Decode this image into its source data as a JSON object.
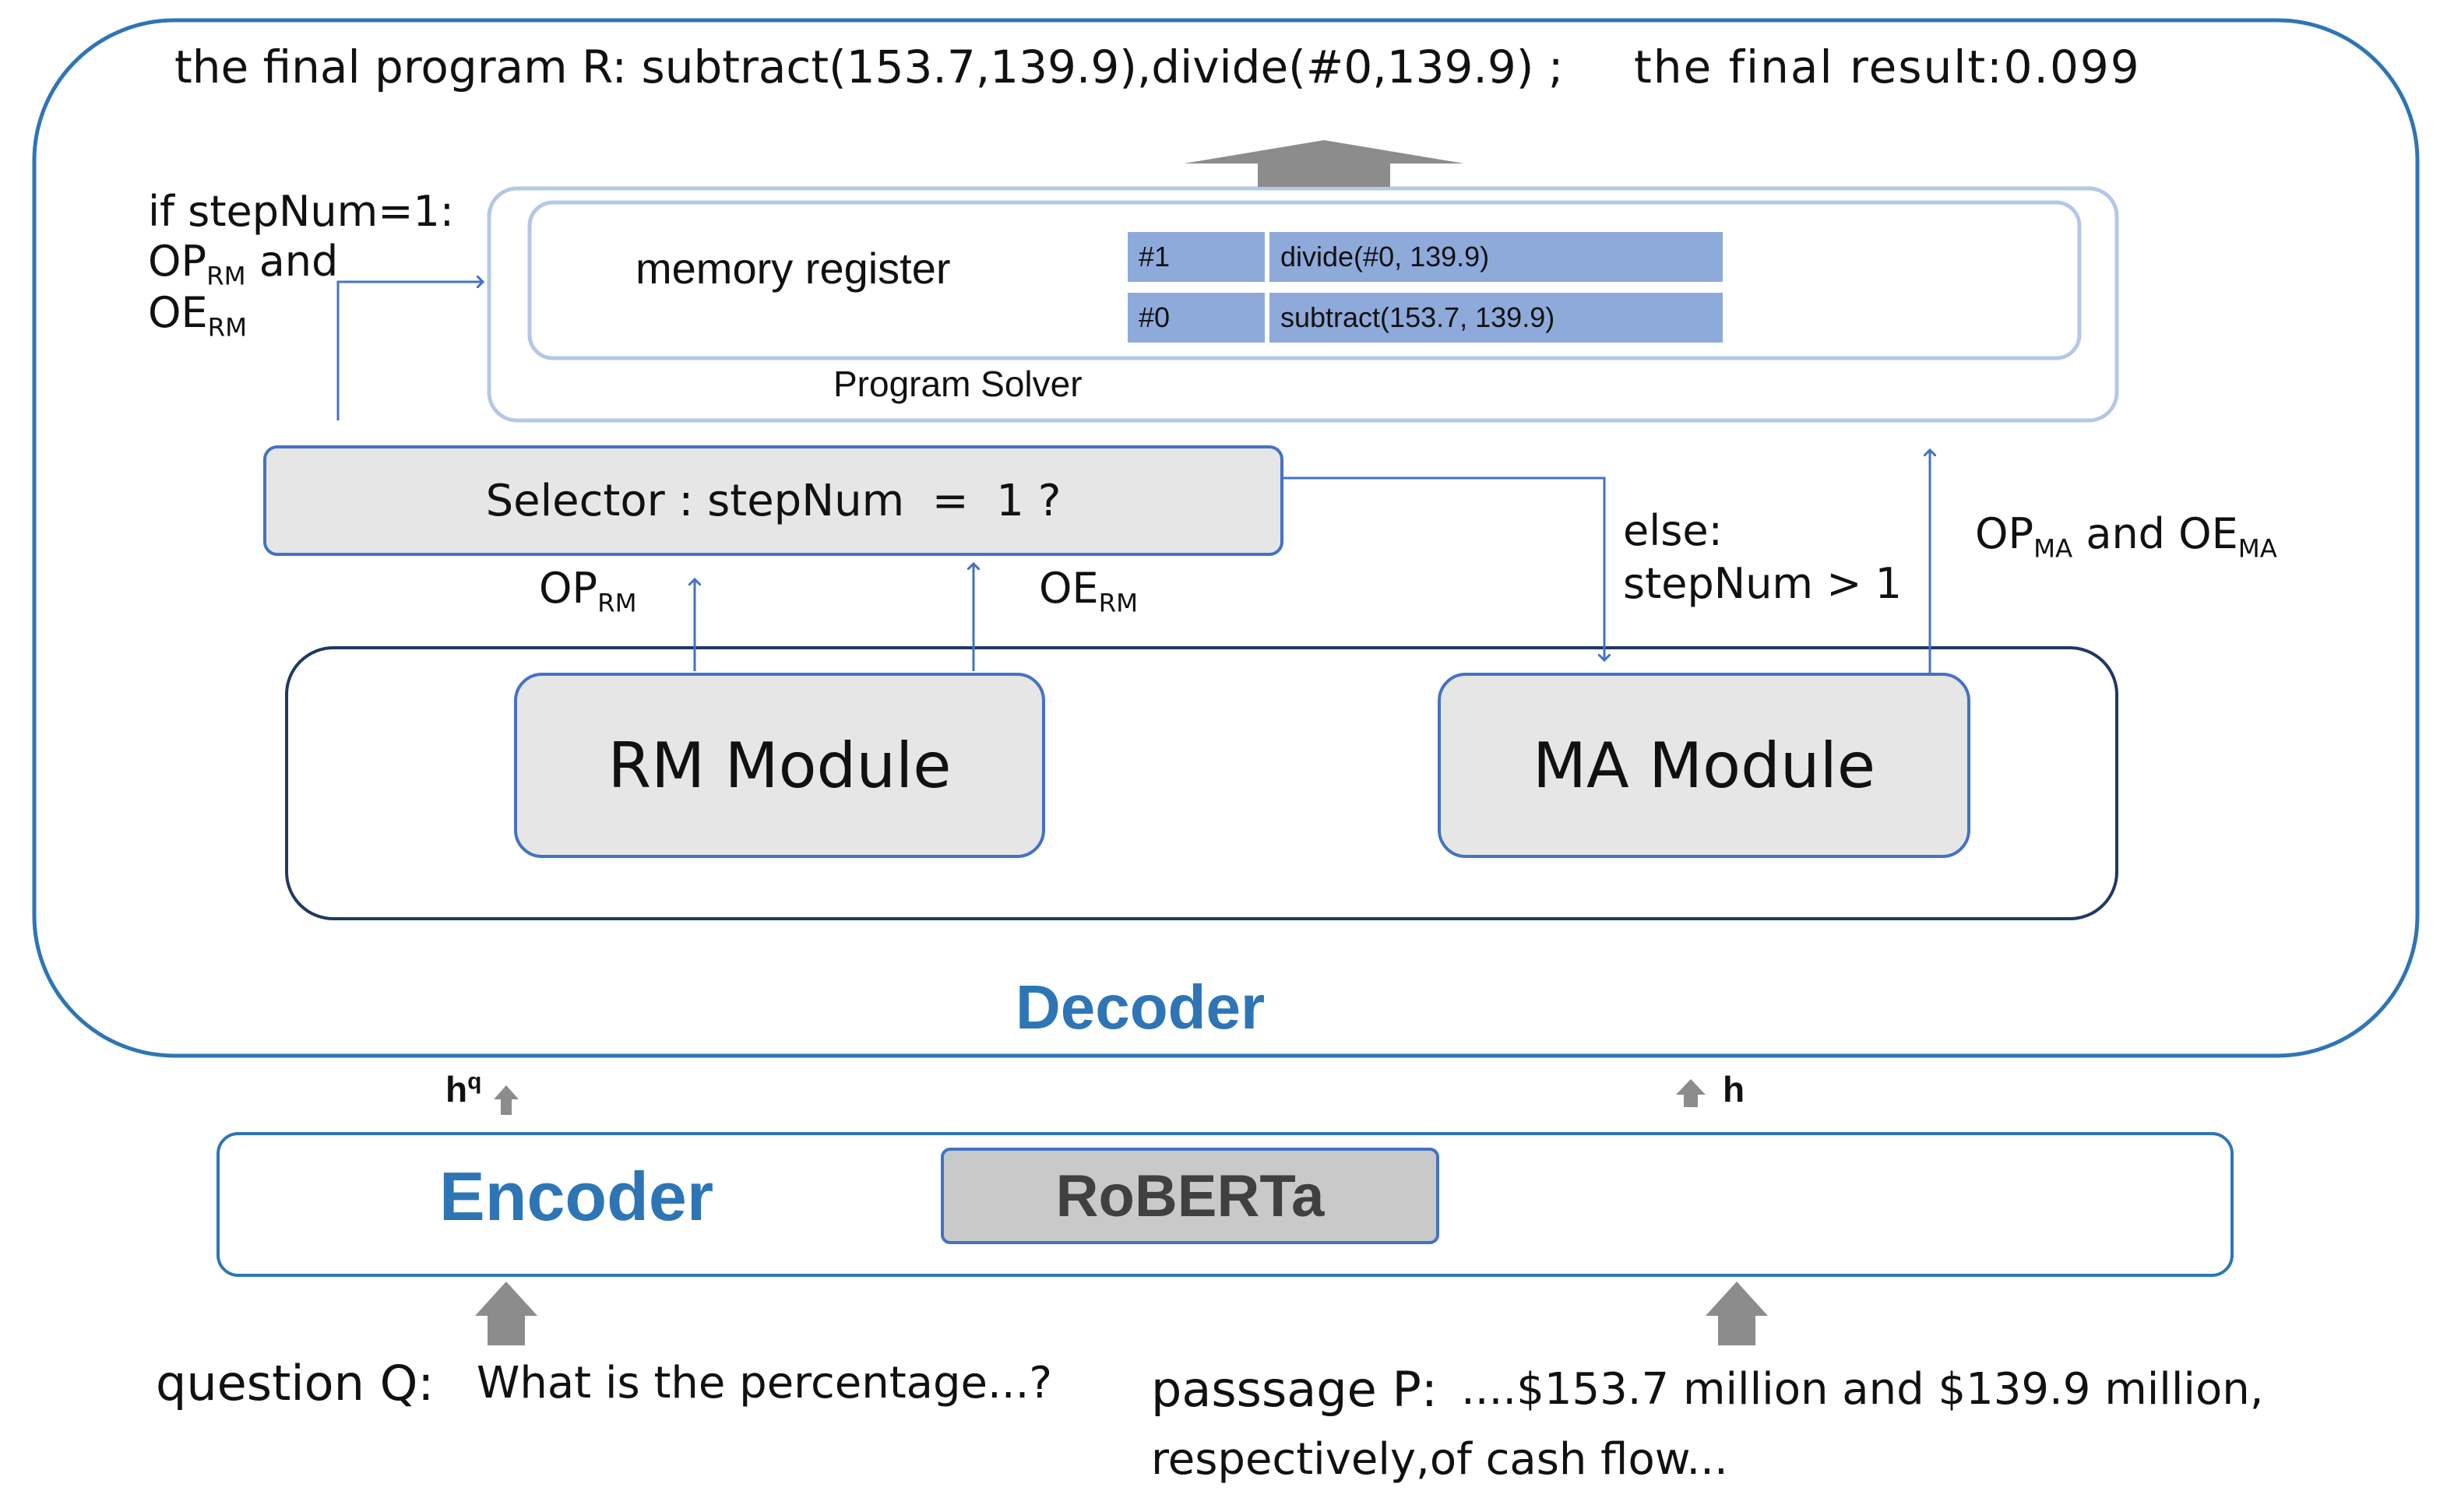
{
  "header": {
    "program_text": "the final program R:  subtract(153.7,139.9),divide(#0,139.9) ;",
    "result_text": "the final result:0.099"
  },
  "program_solver": {
    "label": "Program Solver",
    "memory_label": "memory register",
    "registers": [
      {
        "id": "#1",
        "op": "divide(#0, 139.9)"
      },
      {
        "id": "#0",
        "op": "subtract(153.7, 139.9)"
      }
    ]
  },
  "condition_rm": {
    "line1": "if stepNum=1:",
    "line2_main": "OP",
    "line2_sub": "RM",
    "line2_tail": " and",
    "line3_main": "OE",
    "line3_sub": "RM"
  },
  "selector": {
    "label": "Selector : stepNum  =  1 ?"
  },
  "edges": {
    "op_rm_main": "OP",
    "op_rm_sub": "RM",
    "oe_rm_main": "OE",
    "oe_rm_sub": "RM",
    "else_line1": "else:",
    "else_line2": "stepNum > 1",
    "ma_op_main": "OP",
    "ma_op_sub": "MA",
    "ma_and": " and ",
    "ma_oe_main": "OE",
    "ma_oe_sub": "MA"
  },
  "modules": {
    "rm": "RM Module",
    "ma": "MA Module"
  },
  "decoder": {
    "label": "Decoder"
  },
  "encoder": {
    "label": "Encoder",
    "model": "RoBERTa",
    "hq_main": "h",
    "hq_sup": "q",
    "h": "h"
  },
  "inputs": {
    "question_label": "question Q:",
    "question_text": "What is the percentage...?",
    "passage_label": "passsage P:",
    "passage_line1": "....$153.7 million and $139.9 million,",
    "passage_line2": "respectively,of cash flow..."
  },
  "colors": {
    "accent_blue": "#2e75b6",
    "line_blue": "#4472c4",
    "light_border": "#b4c7e7",
    "gray_fill": "#e6e6e6",
    "roberta_fill": "#c9c9c9",
    "register_fill": "#8eaadb",
    "arrow_gray": "#8c8c8c"
  }
}
